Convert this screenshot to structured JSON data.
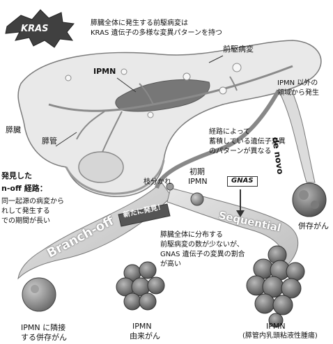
{
  "kras_badge": "KRAS",
  "intro_text": [
    "膵臓全体に発生する前駆病変は",
    "KRAS 遺伝子の多様な変異パターンを持つ"
  ],
  "labels": {
    "precursor": "前駆病変",
    "ipmn_top": "IPMN",
    "pancreas": "膵臓",
    "duct": "膵管",
    "outside_ipmn": [
      "IPMN 以外の",
      "領域から発生"
    ],
    "de_novo": "de novo",
    "route_text": [
      "経路によって",
      "蓄積している遺伝子変異",
      "のパターンが異なる"
    ],
    "branch_point": "枝分かれ",
    "early_ipmn": [
      "初期",
      "IPMN"
    ],
    "gnas": "GNAS",
    "sequential": "Sequential",
    "left_partial": [
      "発見した",
      "n-off 経路：",
      "同一起源の病変から",
      "れして発生する",
      "での期間が長い"
    ],
    "branch_off": "Branch-off",
    "new_discovery": "新たに発見！",
    "center_text": [
      "膵臓全体に分布する",
      "前駆病変の数が少ないが、",
      "GNAS 遺伝子の変異の割合",
      "が高い"
    ],
    "concomitant_cancer": "併存がん",
    "bottom_left": [
      "IPMN に隣接",
      "する併存がん"
    ],
    "bottom_mid": [
      "IPMN",
      "由来がん"
    ],
    "bottom_right": [
      "IPMN",
      "(膵管内乳頭粘液性腫瘍)"
    ]
  }
}
